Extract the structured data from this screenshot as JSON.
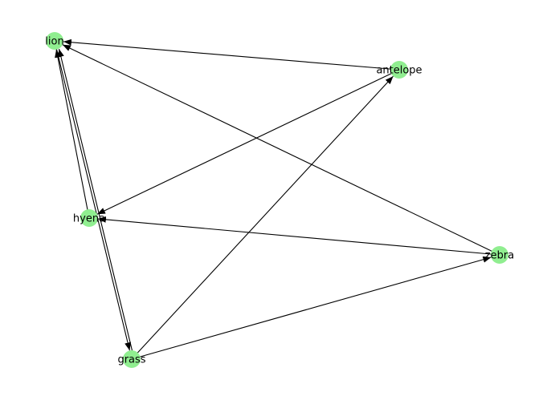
{
  "graph": {
    "node_color": "#90ee90",
    "edge_color": "#000000",
    "nodes": [
      {
        "id": "lion",
        "label": "lion"
      },
      {
        "id": "antelope",
        "label": "antelope"
      },
      {
        "id": "hyena",
        "label": "hyena"
      },
      {
        "id": "zebra",
        "label": "zebra"
      },
      {
        "id": "grass",
        "label": "grass"
      }
    ],
    "edges": [
      {
        "source": "antelope",
        "target": "lion"
      },
      {
        "source": "antelope",
        "target": "hyena"
      },
      {
        "source": "zebra",
        "target": "lion"
      },
      {
        "source": "zebra",
        "target": "hyena"
      },
      {
        "source": "grass",
        "target": "antelope"
      },
      {
        "source": "grass",
        "target": "zebra"
      },
      {
        "source": "hyena",
        "target": "lion"
      },
      {
        "source": "lion",
        "target": "grass"
      },
      {
        "source": "grass",
        "target": "lion"
      }
    ]
  }
}
